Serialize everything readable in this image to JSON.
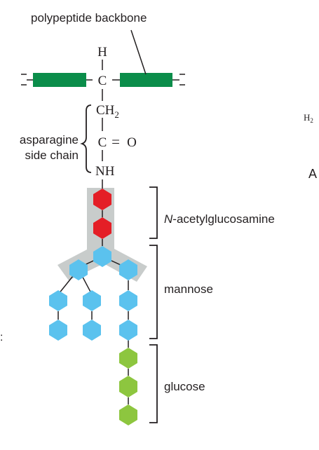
{
  "labels": {
    "backbone_title": "polypeptide backbone",
    "side_chain_line1": "asparagine",
    "side_chain_line2": "side chain",
    "nacetyl_prefix": "N",
    "nacetyl_rest": "-acetylglucosamine",
    "mannose": "mannose",
    "glucose": "glucose"
  },
  "chemistry": {
    "h_atom": "H",
    "c_alpha": "C",
    "ch": "CH",
    "ch_subscript": "2",
    "c_carbonyl": "C",
    "double_bond": "=",
    "o_atom": "O",
    "nh": "NH"
  },
  "edge_fragments": {
    "h2_fragment": "H",
    "h2_subscript": "2",
    "a_fragment": "A",
    "left_fragment": ":"
  },
  "colors": {
    "backbone": "#0b8d4a",
    "nacetylglucosamine": "#e41e26",
    "mannose": "#5bc2ee",
    "glucose": "#8dc63f",
    "shading": "#c8cccb",
    "ink": "#231f20"
  }
}
